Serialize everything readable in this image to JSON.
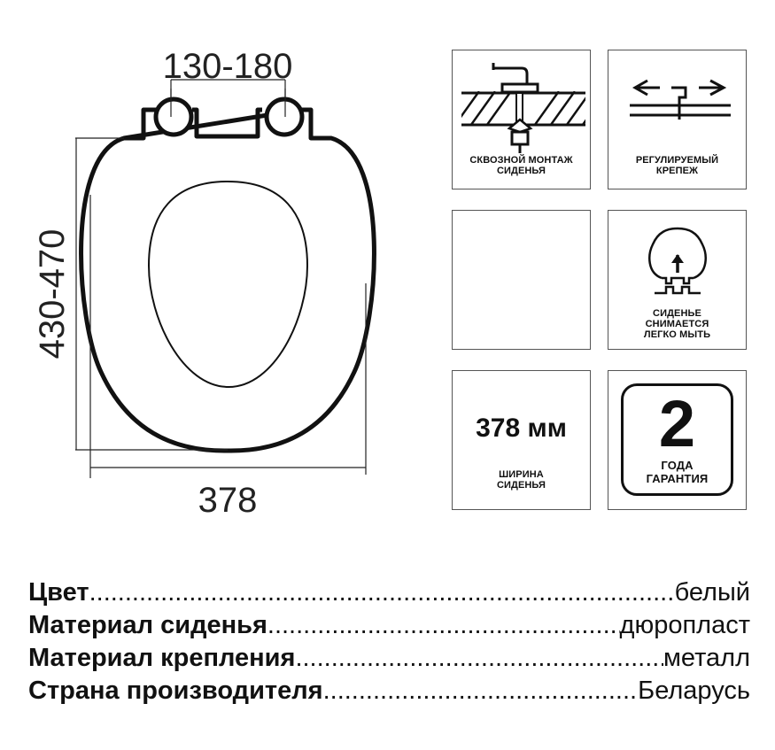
{
  "drawing": {
    "title": "Toilet seat dimensions diagram",
    "dimensions": {
      "hinge_spacing": "130-180",
      "length": "430-470",
      "width": "378"
    }
  },
  "features": [
    {
      "id": "through-mount",
      "icon": "through-mount-icon",
      "label_line1": "СКВОЗНОЙ МОНТАЖ",
      "label_line2": "СИДЕНЬЯ"
    },
    {
      "id": "adjustable-fastener",
      "icon": "adjustable-fastener-icon",
      "label_line1": "РЕГУЛИРУЕМЫЙ",
      "label_line2": "КРЕПЕЖ"
    },
    {
      "id": "blank",
      "icon": "",
      "label_line1": "",
      "label_line2": ""
    },
    {
      "id": "removable-seat",
      "icon": "removable-seat-icon",
      "label_line1": "СИДЕНЬЕ",
      "label_line2": "СНИМАЕТСЯ",
      "label_line3": "ЛЕГКО МЫТЬ"
    },
    {
      "id": "seat-width",
      "value": "378 мм",
      "label_line1": "ШИРИНА",
      "label_line2": "СИДЕНЬЯ"
    },
    {
      "id": "warranty",
      "value": "2",
      "label_line1": "ГОДА",
      "label_line2": "ГАРАНТИЯ"
    }
  ],
  "specs": [
    {
      "key": "Цвет",
      "value": "белый"
    },
    {
      "key": "Материал сиденья",
      "value": "дюропласт"
    },
    {
      "key": "Материал крепления",
      "value": "металл"
    },
    {
      "key": "Страна производителя",
      "value": "Беларусь"
    }
  ],
  "colors": {
    "line": "#111111",
    "tile_border": "#555555",
    "background": "#ffffff"
  }
}
